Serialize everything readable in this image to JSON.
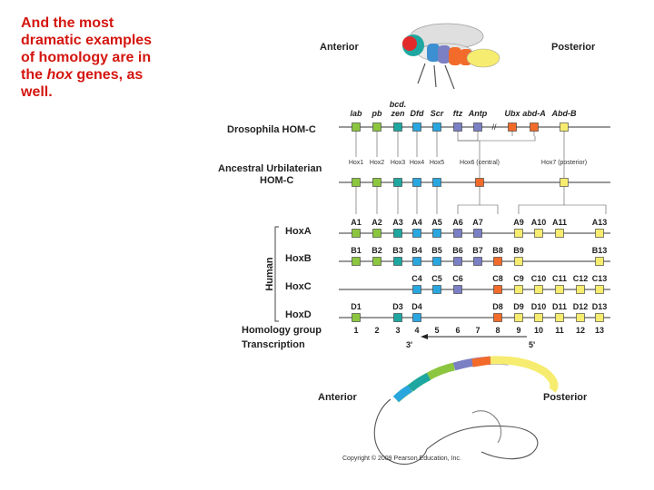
{
  "slide_text": {
    "line1": "And the most",
    "line2": "dramatic examples",
    "line3": "of homology are in",
    "line4_pre": "the ",
    "line4_em": "hox",
    "line4_post": " genes, as",
    "line5": "well."
  },
  "axis_labels": {
    "anterior_top": "Anterior",
    "posterior_top": "Posterior",
    "anterior_bottom": "Anterior",
    "posterior_bottom": "Posterior"
  },
  "rows": {
    "drosophila": "Drosophila HOM-C",
    "urbilaterian_line1": "Ancestral Urbilaterian",
    "urbilaterian_line2": "HOM-C",
    "human": "Human",
    "hoxa": "HoxA",
    "hoxb": "HoxB",
    "hoxc": "HoxC",
    "hoxd": "HoxD",
    "homology_group": "Homology group",
    "transcription": "Transcription",
    "three_prime": "3'",
    "five_prime": "5'"
  },
  "colors": {
    "green": "#8cc63f",
    "teal": "#1ea7a0",
    "blue": "#2aa6df",
    "purple": "#7b7fc4",
    "orange": "#f26b2a",
    "yellow": "#f6ec6f"
  },
  "drosophila_genes": [
    {
      "label": "lab",
      "color": "green"
    },
    {
      "label": "pb",
      "color": "green"
    },
    {
      "label": "zen",
      "label2": "bcd.",
      "color": "teal"
    },
    {
      "label": "Dfd",
      "color": "blue"
    },
    {
      "label": "Scr",
      "color": "blue"
    },
    {
      "label": "ftz",
      "color": "purple"
    },
    {
      "label": "Antp",
      "color": "purple"
    },
    {
      "label": "Ubx",
      "color": "orange"
    },
    {
      "label": "abd-A",
      "color": "orange"
    },
    {
      "label": "Abd-B",
      "color": "yellow"
    }
  ],
  "ancestral_genes": [
    {
      "label": "Hox1",
      "color": "green"
    },
    {
      "label": "Hox2",
      "color": "green"
    },
    {
      "label": "Hox3",
      "color": "teal"
    },
    {
      "label": "Hox4",
      "color": "blue"
    },
    {
      "label": "Hox5",
      "color": "blue"
    },
    {
      "label": "Hox6 (central)",
      "color": "orange"
    },
    {
      "label": "Hox7 (posterior)",
      "color": "yellow"
    }
  ],
  "hox_clusters": {
    "HoxA": [
      "A1",
      "A2",
      "A3",
      "A4",
      "A5",
      "A6",
      "A7",
      "",
      "A9",
      "A10",
      "A11",
      "",
      "A13"
    ],
    "HoxB": [
      "B1",
      "B2",
      "B3",
      "B4",
      "B5",
      "B6",
      "B7",
      "B8",
      "B9",
      "",
      "",
      "",
      "B13"
    ],
    "HoxC": [
      "",
      "",
      "",
      "C4",
      "C5",
      "C6",
      "",
      "C8",
      "C9",
      "C10",
      "C11",
      "C12",
      "C13"
    ],
    "HoxD": [
      "D1",
      "",
      "D3",
      "D4",
      "",
      "",
      "",
      "D8",
      "D9",
      "D10",
      "D11",
      "D12",
      "D13"
    ]
  },
  "group_colors": [
    "green",
    "green",
    "teal",
    "blue",
    "blue",
    "purple",
    "purple",
    "orange",
    "yellow",
    "yellow",
    "yellow",
    "yellow",
    "yellow"
  ],
  "homology_groups": [
    "1",
    "2",
    "3",
    "4",
    "5",
    "6",
    "7",
    "8",
    "9",
    "10",
    "11",
    "12",
    "13"
  ],
  "copyright": "Copyright © 2009 Pearson Education, Inc."
}
